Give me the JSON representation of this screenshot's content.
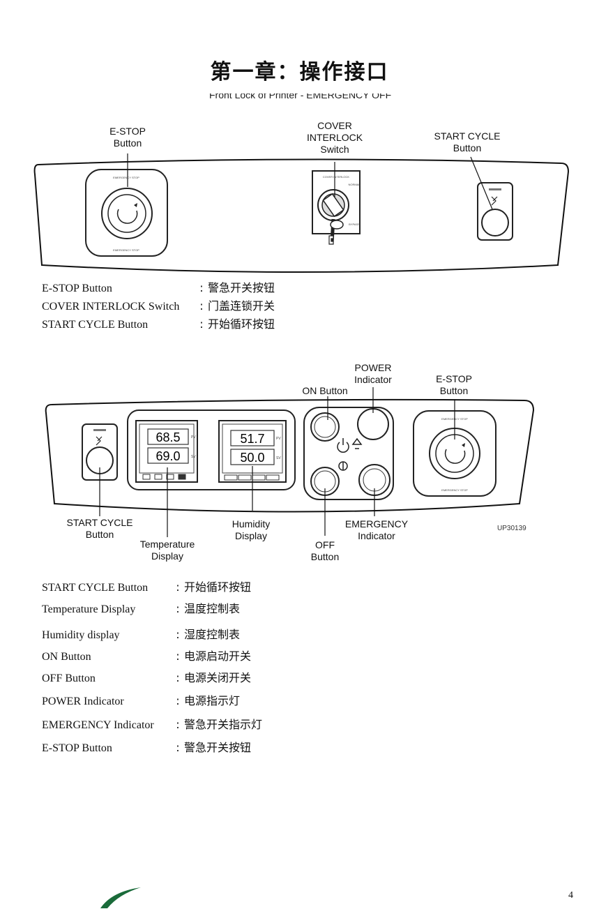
{
  "page": {
    "title": "第一章：操作接口",
    "clipped_heading": "Front Lock of Printer - EMERGENCY OFF",
    "page_number": "4"
  },
  "panel1": {
    "callouts": {
      "estop": "E-STOP\nButton",
      "cover": "COVER\nINTERLOCK\nSwitch",
      "start": "START CYCLE\nButton"
    },
    "annotations": [
      {
        "term": "E-STOP Button",
        "sep": ":",
        "def": "警急开关按钮"
      },
      {
        "term": "COVER INTERLOCK Switch",
        "sep": ":",
        "def": "门盖连锁开关"
      },
      {
        "term": "START CYCLE Button",
        "sep": ":",
        "def": "开始循环按钮"
      }
    ]
  },
  "panel2": {
    "callouts": {
      "power": "POWER\nIndicator",
      "on": "ON Button",
      "estop": "E-STOP\nButton",
      "start": "START CYCLE\nButton",
      "temp": "Temperature\nDisplay",
      "humidity": "Humidity\nDisplay",
      "emergency": "EMERGENCY\nIndicator",
      "off": "OFF\nButton",
      "figure_code": "UP30139"
    },
    "temp_display": {
      "pv": "68.5",
      "sv": "69.0"
    },
    "humidity_display": {
      "pv": "51.7",
      "sv": "50.0"
    },
    "annotations": [
      {
        "term": "START CYCLE Button",
        "sep": ":",
        "def": "开始循环按钮"
      },
      {
        "term": "Temperature Display",
        "sep": ":",
        "def": "温度控制表"
      },
      {
        "term": "Humidity display",
        "sep": ":",
        "def": "湿度控制表"
      },
      {
        "term": "ON Button",
        "sep": ":",
        "def": "电源启动开关"
      },
      {
        "term": "OFF Button",
        "sep": ":",
        "def": "电源关闭开关"
      },
      {
        "term": "POWER Indicator",
        "sep": ":",
        "def": "电源指示灯"
      },
      {
        "term": "EMERGENCY Indicator",
        "sep": ":",
        "def": "警急开关指示灯"
      },
      {
        "term": "E-STOP Button",
        "sep": ":",
        "def": "警急开关按钮"
      }
    ]
  }
}
